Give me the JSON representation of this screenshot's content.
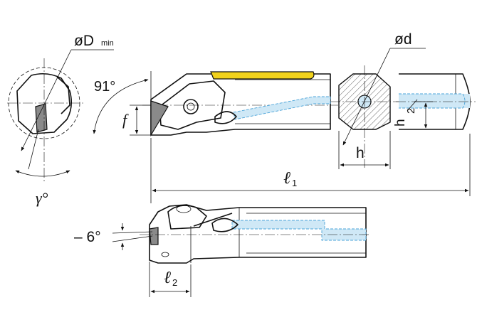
{
  "labels": {
    "d_min": "øD",
    "d_min_sub": "min",
    "approach_angle": "91°",
    "f": "f",
    "gamma": "γ°",
    "shank_d": "ød",
    "h": "h",
    "h_half": "h",
    "h_half_den": "2",
    "l1": "ℓ",
    "l1_sub": "1",
    "inclination": "– 6°",
    "l2": "ℓ",
    "l2_sub": "2"
  },
  "colors": {
    "coolant": "#cfe8f6",
    "coolant_edge": "#4aa3d8",
    "shim_yellow": "#f1d21c",
    "insert_grey": "#8a8a8a"
  }
}
